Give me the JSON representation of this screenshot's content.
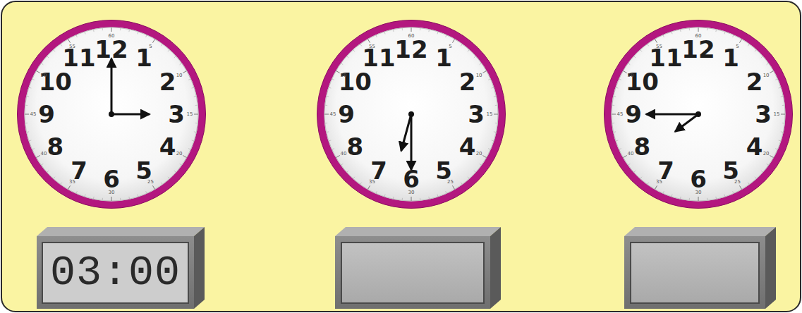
{
  "diagram": {
    "nodes": [
      {
        "text": [
          "03:00"
        ]
      }
    ],
    "labels": [
      "12",
      "1",
      "2",
      "3",
      "4",
      "5",
      "6",
      "7",
      "8",
      "9",
      "10",
      "11",
      "60",
      "5",
      "10",
      "15",
      "20",
      "25",
      "30",
      "35",
      "40",
      "45",
      "50",
      "55",
      "12",
      "1",
      "2",
      "3",
      "4",
      "5",
      "6",
      "7",
      "8",
      "9",
      "10",
      "11",
      "60",
      "5",
      "10",
      "15",
      "20",
      "25",
      "30",
      "35",
      "40",
      "45",
      "50",
      "55",
      "12",
      "1",
      "2",
      "3",
      "4",
      "5",
      "6",
      "7",
      "8",
      "9",
      "10",
      "11",
      "60",
      "5",
      "10",
      "15",
      "20",
      "25",
      "30",
      "35",
      "40",
      "45",
      "50",
      "55"
    ]
  }
}
